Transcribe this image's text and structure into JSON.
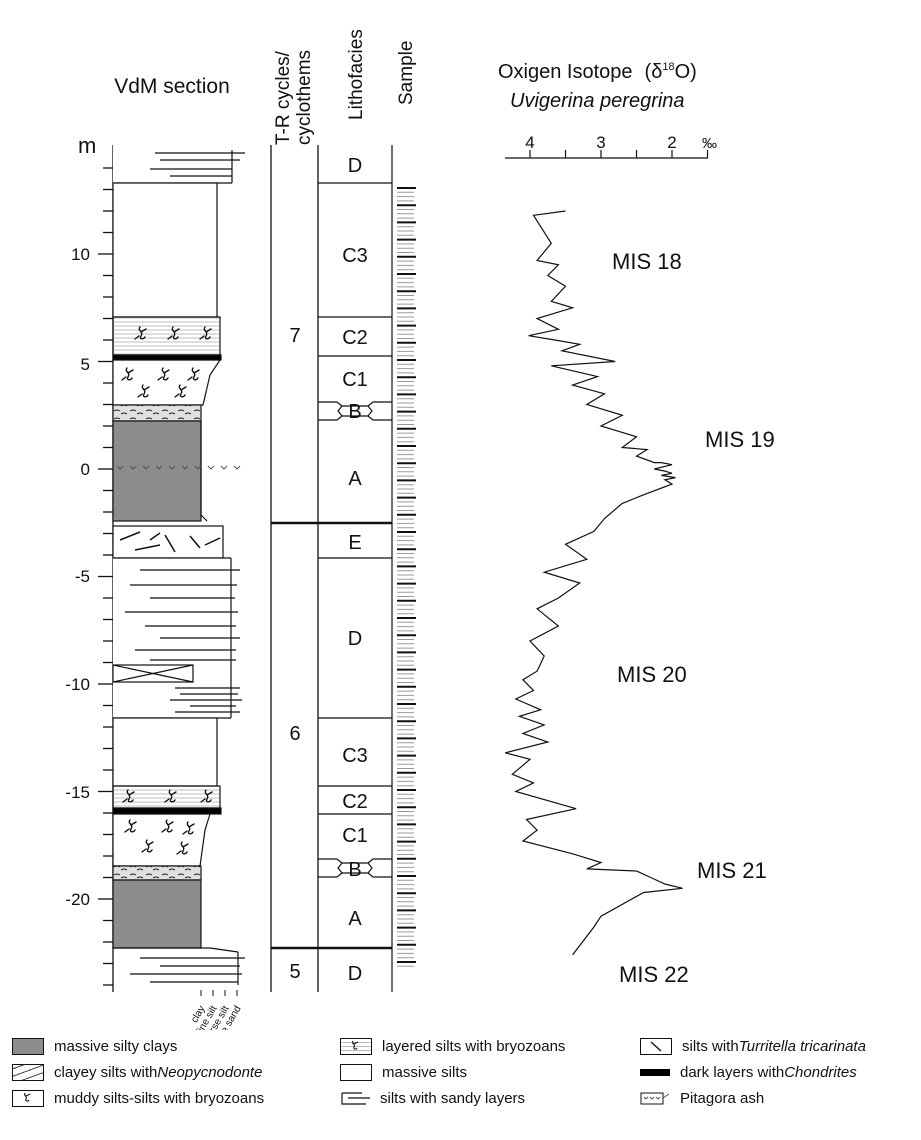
{
  "headers": {
    "section_title": "VdM section",
    "tr_cycles": "T-R cycles/",
    "tr_cyclothems": "cyclothems",
    "lithofacies": "Lithofacies",
    "sample": "Sample",
    "isotope_title": "Oxigen Isotope",
    "isotope_delta": "(δ",
    "isotope_sup": "18",
    "isotope_close": "O)",
    "species": "Uvigerina peregrina",
    "per_mil": "‰"
  },
  "depth_axis": {
    "unit": "m",
    "ticks": [
      "10",
      "5",
      "0",
      "-5",
      "-10",
      "-15",
      "-20"
    ],
    "grain_sizes": [
      "clay",
      "fine silt",
      "coarse silt",
      "fine sand"
    ]
  },
  "isotope_axis": {
    "ticks": [
      "4",
      "3",
      "2"
    ]
  },
  "cycles": [
    "7",
    "6",
    "5"
  ],
  "lithofacies": [
    "D",
    "C3",
    "C2",
    "C1",
    "B",
    "A",
    "E",
    "D",
    "C3",
    "C2",
    "C1",
    "B",
    "A",
    "D"
  ],
  "mis_labels": [
    "MIS 18",
    "MIS 19",
    "MIS 20",
    "MIS 21",
    "MIS 22"
  ],
  "colors": {
    "massive_silty_clays": "#8c8c8c",
    "lines": "#111111"
  },
  "legend": [
    {
      "text": "massive silty clays",
      "italic": "",
      "after": ""
    },
    {
      "text": "clayey silts with ",
      "italic": "Neopycnodonte",
      "after": ""
    },
    {
      "text": "muddy silts-silts with bryozoans",
      "italic": "",
      "after": ""
    },
    {
      "text": "layered silts with bryozoans",
      "italic": "",
      "after": ""
    },
    {
      "text": "massive silts",
      "italic": "",
      "after": ""
    },
    {
      "text": "silts with sandy layers",
      "italic": "",
      "after": ""
    },
    {
      "text": "silts with ",
      "italic": "Turritella tricarinata",
      "after": ""
    },
    {
      "text": "dark layers with ",
      "italic": "Chondrites",
      "after": ""
    },
    {
      "text": "Pitagora ash",
      "italic": "",
      "after": ""
    }
  ],
  "chart_data": {
    "type": "line",
    "title": "Oxigen Isotope (δ18O) Uvigerina peregrina",
    "xlabel": "‰",
    "ylabel": "m",
    "x_axis_reversed": true,
    "xlim": [
      1.6,
      4.4
    ],
    "ylim": [
      -24,
      14
    ],
    "series": [
      {
        "x": [
          3.5,
          3.95,
          3.7,
          3.9,
          3.6,
          3.75,
          3.5,
          3.7,
          3.4,
          3.9,
          3.6,
          4.02,
          3.65,
          3.3,
          3.55,
          2.8,
          3.7,
          3.05,
          3.4,
          2.95,
          3.2,
          2.7,
          3.0,
          2.5,
          2.7,
          2.35,
          2.5,
          2.25,
          2.15,
          2.0,
          2.25,
          2.1,
          2.0,
          2.15,
          1.95,
          2.1,
          2.0,
          2.4,
          2.7,
          2.95,
          3.1,
          3.5,
          3.2,
          3.8,
          3.3,
          3.6,
          3.9,
          3.6,
          4.0,
          3.8,
          3.9,
          4.1,
          3.95,
          4.2,
          3.85,
          4.15,
          3.8,
          4.1,
          3.75,
          4.35,
          4.0,
          4.25,
          3.95,
          4.2,
          3.35,
          4.05,
          3.9,
          4.1,
          3.4,
          3.0,
          3.2,
          2.5,
          2.3,
          2.1,
          1.85,
          2.4,
          3.0,
          3.1,
          3.4
        ],
        "y": [
          12.0,
          11.8,
          10.5,
          9.7,
          9.5,
          9.0,
          8.5,
          7.8,
          7.5,
          7.0,
          6.5,
          6.2,
          6.0,
          5.8,
          5.5,
          5.0,
          4.8,
          4.3,
          3.9,
          3.5,
          3.0,
          2.5,
          2.0,
          1.5,
          1.0,
          0.9,
          0.6,
          0.3,
          0.3,
          0.2,
          0.0,
          -0.1,
          -0.2,
          -0.3,
          -0.4,
          -0.5,
          -0.7,
          -1.2,
          -1.6,
          -2.3,
          -2.9,
          -3.5,
          -4.2,
          -4.8,
          -5.3,
          -6.0,
          -6.5,
          -7.3,
          -8.0,
          -8.7,
          -9.4,
          -9.8,
          -10.3,
          -10.7,
          -11.2,
          -11.5,
          -11.9,
          -12.3,
          -12.7,
          -13.2,
          -13.5,
          -14.2,
          -14.6,
          -15.0,
          -15.8,
          -16.3,
          -16.8,
          -17.3,
          -17.9,
          -18.3,
          -18.6,
          -18.7,
          -19.0,
          -19.3,
          -19.5,
          -19.7,
          -20.8,
          -21.3,
          -22.6
        ]
      }
    ]
  }
}
